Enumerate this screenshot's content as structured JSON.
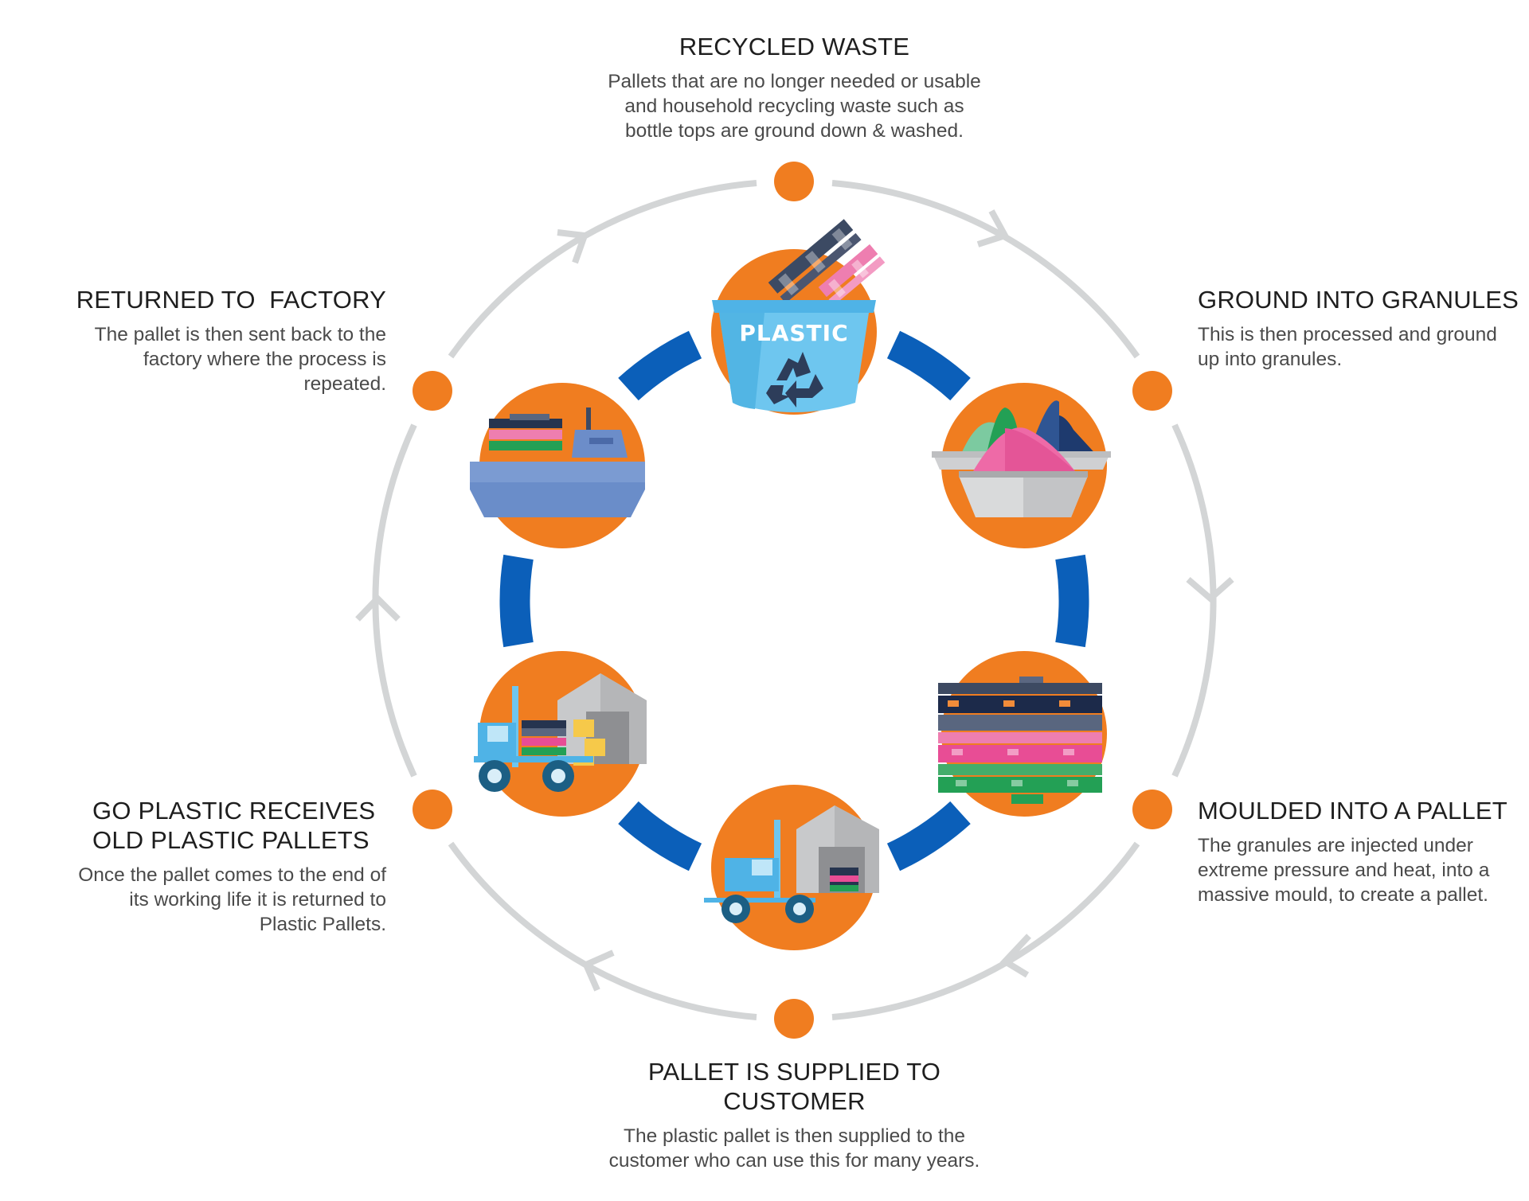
{
  "colors": {
    "ring": "#d3d5d6",
    "arc": "#0b5fb9",
    "accent": "#f07d20",
    "text": "#2f2f2f"
  },
  "steps": [
    {
      "title": "RECYCLED WASTE",
      "desc_lines": [
        "Pallets that are no longer needed or usable",
        "and household recycling waste such as",
        "bottle tops are ground down & washed."
      ],
      "icon": "recycling-bin-icon",
      "bin_label": "PLASTIC"
    },
    {
      "title": "GROUND INTO GRANULES",
      "desc_lines": [
        "This is then processed and ground",
        "up into granules."
      ],
      "icon": "granules-tray-icon"
    },
    {
      "title": "MOULDED INTO A PALLET",
      "desc_lines": [
        "The granules are injected under",
        "extreme pressure and heat, into a",
        "massive mould, to create a pallet."
      ],
      "icon": "stacked-pallets-icon"
    },
    {
      "title_lines": [
        "PALLET IS SUPPLIED TO",
        "CUSTOMER"
      ],
      "desc_lines": [
        "The plastic pallet is then supplied to the",
        "customer who can use this for many years."
      ],
      "icon": "forklift-warehouse-icon"
    },
    {
      "title_lines": [
        "GO PLASTIC RECEIVES",
        "OLD PLASTIC PALLETS"
      ],
      "desc_lines": [
        "Once the pallet comes to the end of",
        "its working life it is returned to",
        "Plastic Pallets."
      ],
      "icon": "forklift-warehouse-boxes-icon"
    },
    {
      "title": "RETURNED TO  FACTORY",
      "desc_lines": [
        "The pallet is then sent back to the",
        "factory where the process is",
        "repeated."
      ],
      "icon": "cargo-ship-icon"
    }
  ]
}
